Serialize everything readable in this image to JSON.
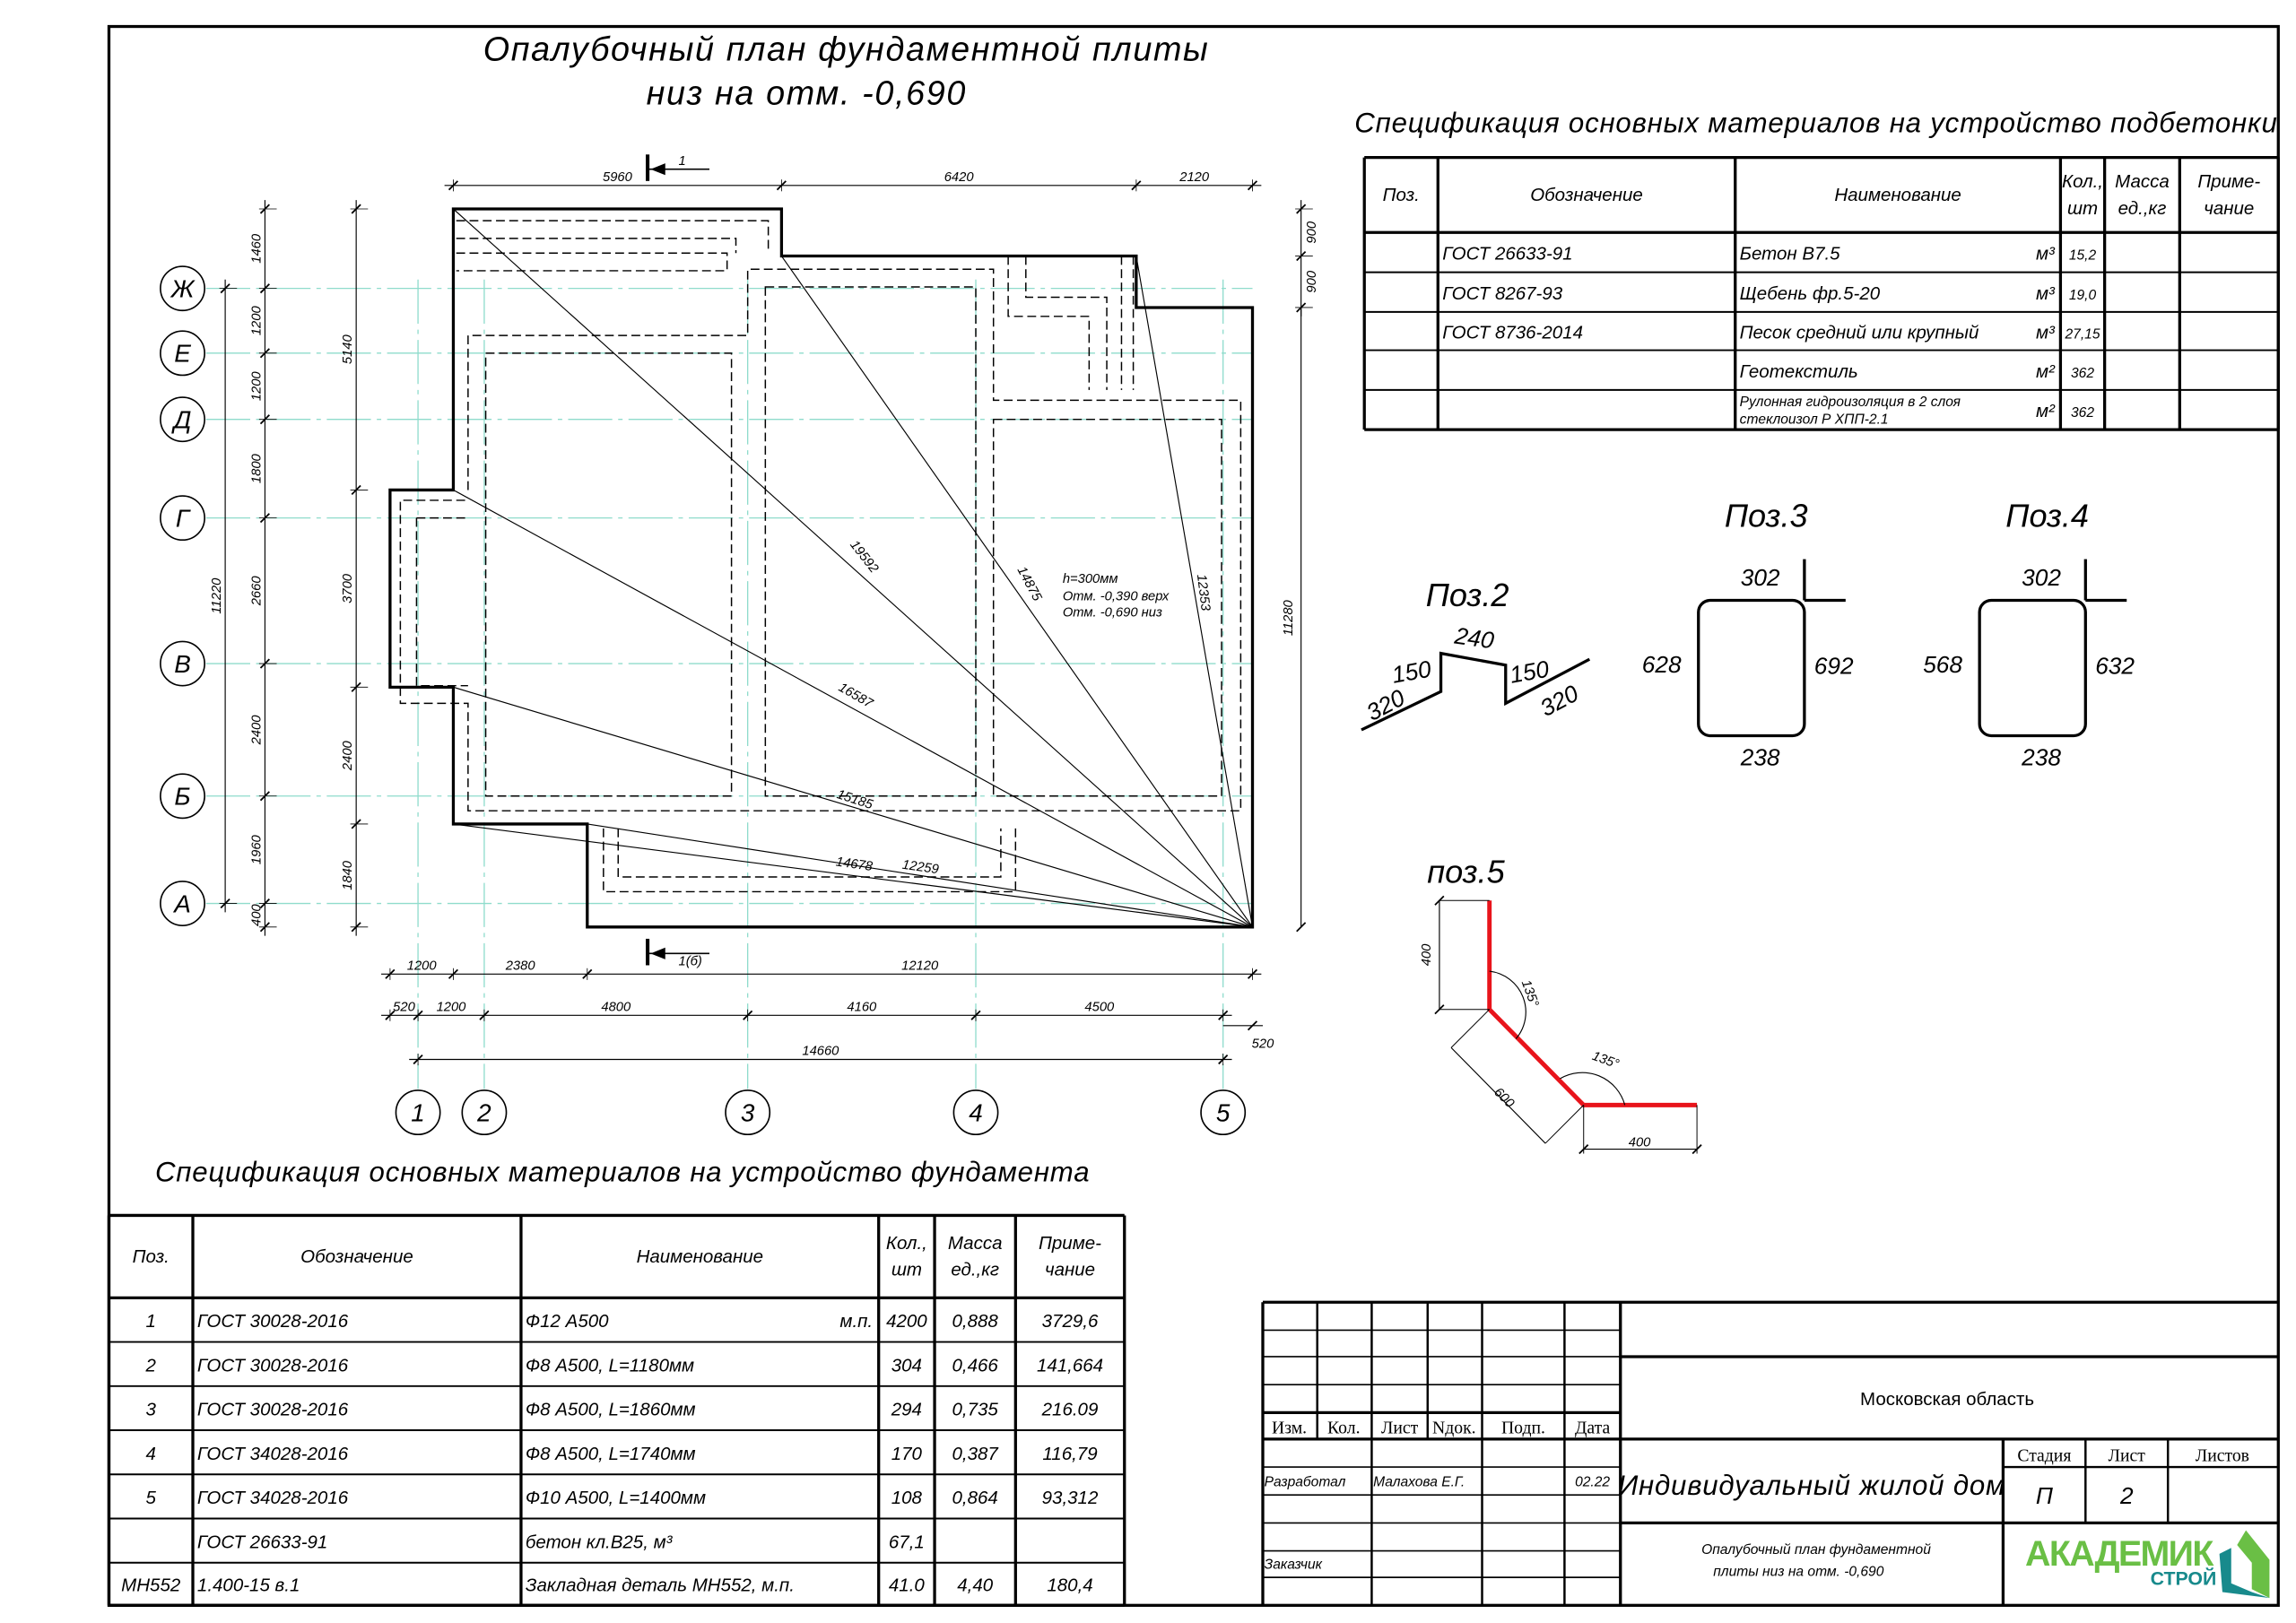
{
  "title": {
    "line1": "Опалубочный план фундаментной плиты",
    "line2": "низ на отм. -0,690"
  },
  "plan": {
    "axes_rows": [
      "Ж",
      "Е",
      "Д",
      "Г",
      "В",
      "Б",
      "А"
    ],
    "axes_cols": [
      "1",
      "2",
      "3",
      "4",
      "5"
    ],
    "dims_top": [
      "5960",
      "6420",
      "2120"
    ],
    "dims_right": [
      "900",
      "900"
    ],
    "dims_right_total": [
      "11280"
    ],
    "dims_left_outer": [
      "11220"
    ],
    "dims_left_axes": [
      "1460",
      "1200",
      "1200",
      "1800",
      "2660",
      "2400",
      "1960",
      "400"
    ],
    "dims_left_inner": [
      "5140",
      "3700",
      "2400",
      "1840"
    ],
    "dims_bottom1": [
      "1200",
      "2380",
      "12120"
    ],
    "dims_bottom2": [
      "520",
      "1200",
      "4800",
      "4160",
      "4500"
    ],
    "dims_bottom2_end": "520",
    "dims_bottom3": [
      "14660"
    ],
    "diagonals": [
      "19592",
      "14875",
      "12353",
      "16587",
      "15185",
      "14678",
      "12259"
    ],
    "section_top": "1",
    "section_bottom": "1(б)",
    "note": [
      "h=300мм",
      "Отм. -0,390 верх",
      "Отм. -0,690 низ"
    ]
  },
  "spec_top": {
    "title": "Спецификация основных материалов на устройство подбетонки",
    "headers": [
      [
        "Поз."
      ],
      [
        "Обозначение"
      ],
      [
        "Наименование"
      ],
      [
        "Кол.,",
        "шт"
      ],
      [
        "Масса",
        "ед.,кг"
      ],
      [
        "Приме-",
        "чание"
      ]
    ],
    "rows": [
      [
        "",
        "ГОСТ 26633-91",
        [
          "Бетон В7.5"
        ],
        "м³",
        "15,2",
        "",
        ""
      ],
      [
        "",
        "ГОСТ 8267-93",
        [
          "Щебень фр.5-20"
        ],
        "м³",
        "19,0",
        "",
        ""
      ],
      [
        "",
        "ГОСТ 8736-2014",
        [
          "Песок средний или крупный"
        ],
        "м³",
        "27,15",
        "",
        ""
      ],
      [
        "",
        "",
        [
          "Геотекстиль"
        ],
        "м²",
        "362",
        "",
        ""
      ],
      [
        "",
        "",
        [
          "Рулонная гидроизоляция в 2 слоя",
          "стеклоизол Р ХПП-2.1"
        ],
        "м²",
        "362",
        "",
        ""
      ]
    ]
  },
  "spec_bottom": {
    "title": "Спецификация основных материалов на устройство фундамента",
    "headers": [
      [
        "Поз."
      ],
      [
        "Обозначение"
      ],
      [
        "Наименование"
      ],
      [
        "Кол.,",
        "шт"
      ],
      [
        "Масса",
        "ед.,кг"
      ],
      [
        "Приме-",
        "чание"
      ]
    ],
    "rows": [
      [
        "1",
        "ГОСТ 30028-2016",
        [
          "Ф12 А500"
        ],
        "м.п.",
        "4200",
        "0,888",
        "3729,6"
      ],
      [
        "2",
        "ГОСТ 30028-2016",
        [
          "Ф8 А500, L=1180мм"
        ],
        "",
        "304",
        "0,466",
        "141,664"
      ],
      [
        "3",
        "ГОСТ 30028-2016",
        [
          "Ф8 А500, L=1860мм"
        ],
        "",
        "294",
        "0,735",
        "216.09"
      ],
      [
        "4",
        "ГОСТ 34028-2016",
        [
          "Ф8 А500, L=1740мм"
        ],
        "",
        "170",
        "0,387",
        "116,79"
      ],
      [
        "5",
        "ГОСТ 34028-2016",
        [
          "Ф10 А500, L=1400мм"
        ],
        "",
        "108",
        "0,864",
        "93,312"
      ],
      [
        "",
        "ГОСТ 26633-91",
        [
          "бетон кл.В25, м³"
        ],
        "",
        "67,1",
        "",
        ""
      ],
      [
        "МН552",
        "1.400-15 в.1",
        [
          "Закладная деталь МН552, м.п."
        ],
        "",
        "41.0",
        "4,40",
        "180,4"
      ]
    ]
  },
  "bends": {
    "poz2": {
      "title": "Поз.2",
      "top": "240",
      "left_rise": "150",
      "right_rise": "150",
      "left_leg": "320",
      "right_leg": "320"
    },
    "poz3": {
      "title": "Поз.3",
      "top": "302",
      "left": "628",
      "right": "692",
      "bottom": "238"
    },
    "poz4": {
      "title": "Поз.4",
      "top": "302",
      "left": "568",
      "right": "632",
      "bottom": "238"
    },
    "poz5": {
      "title": "поз.5",
      "vertical": "400",
      "diagonal": "600",
      "horizontal": "400",
      "angle1": "135°",
      "angle2": "135°"
    }
  },
  "title_block": {
    "headers": [
      "Изм.",
      "Кол.",
      "Лист",
      "Nдок.",
      "Подп.",
      "Дата"
    ],
    "developed_label": "Разработал",
    "developer": "Малахова Е.Г.",
    "date": "02.22",
    "customer_label": "Заказчик",
    "region": "Московская область",
    "project": "Индивидуальный жилой дом",
    "stage_label": "Стадия",
    "sheet_label": "Лист",
    "sheets_label": "Листов",
    "stage": "П",
    "sheet": "2",
    "drawing_title": [
      "Опалубочный план фундаментной",
      "плиты низ на отм. -0,690"
    ],
    "logo": {
      "main": "АКАДЕМИК",
      "sub": "СТРОЙ"
    }
  },
  "colors": {
    "axis": "#8fdccc",
    "rebar": "#e8141b",
    "logo_green": "#6abf45",
    "logo_teal": "#188a8c"
  }
}
